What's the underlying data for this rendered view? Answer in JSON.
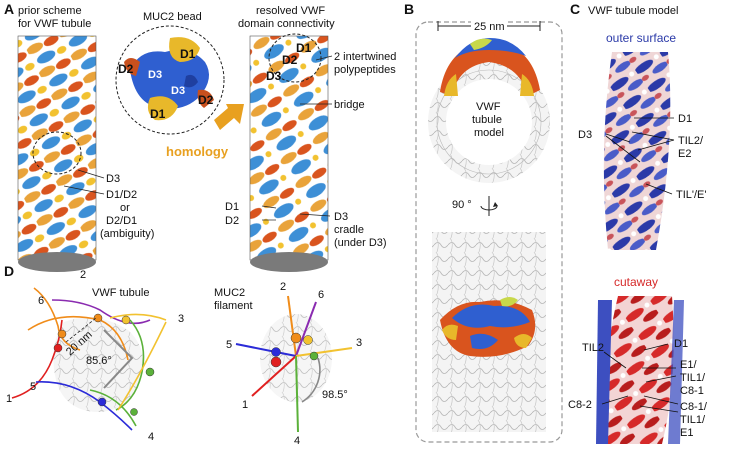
{
  "panel_a": {
    "letter": "A",
    "prior_title_1": "prior scheme",
    "prior_title_2": "for VWF tubule",
    "bead_title": "MUC2 bead",
    "resolved_title_1": "resolved VWF",
    "resolved_title_2": "domain connectivity",
    "bead_labels": [
      "D1",
      "D2",
      "D3",
      "D3",
      "D2",
      "D1"
    ],
    "prior_labels": [
      "D3",
      "D1/D2",
      "or",
      "D2/D1",
      "(ambiguity)"
    ],
    "homology": "homology",
    "homology_color": "#e8a020",
    "resolved_inset_labels": [
      "D1",
      "D2",
      "D3"
    ],
    "resolved_labels": [
      "2 intertwined",
      "polypeptides",
      "bridge",
      "D1",
      "D2",
      "D3",
      "cradle",
      "(under D3)"
    ]
  },
  "panel_b": {
    "letter": "B",
    "scale": "25 nm",
    "model_1": "VWF",
    "model_2": "tubule",
    "model_3": "model",
    "rotation": "90 °"
  },
  "panel_c": {
    "letter": "C",
    "title": "VWF tubule model",
    "outer": "outer surface",
    "outer_color": "#2b3aa8",
    "cutaway": "cutaway",
    "cutaway_color": "#d62a2a",
    "outer_labels": [
      "D1",
      "D3",
      "TIL2/",
      "E2",
      "TIL'/E'"
    ],
    "cut_labels": [
      "TIL2",
      "D1",
      "E1/",
      "TIL1/",
      "C8-1",
      "C8-2",
      "C8-1/",
      "TIL1/",
      "E1"
    ]
  },
  "panel_d": {
    "letter": "D",
    "tubule_title": "VWF tubule",
    "filament_title_1": "MUC2",
    "filament_title_2": "filament",
    "distance": "20 nm",
    "angle_left": "85.6°",
    "angle_right": "98.5°",
    "left_numbers": [
      "2",
      "6",
      "3",
      "1",
      "5",
      "4"
    ],
    "right_numbers": [
      "2",
      "6",
      "5",
      "3",
      "1",
      "4"
    ],
    "colors": {
      "c1": "#e02020",
      "c2": "#f08c1a",
      "c3": "#f2c230",
      "c4": "#5bb13a",
      "c5": "#2b2bd8",
      "c6": "#8a2bb0"
    }
  }
}
